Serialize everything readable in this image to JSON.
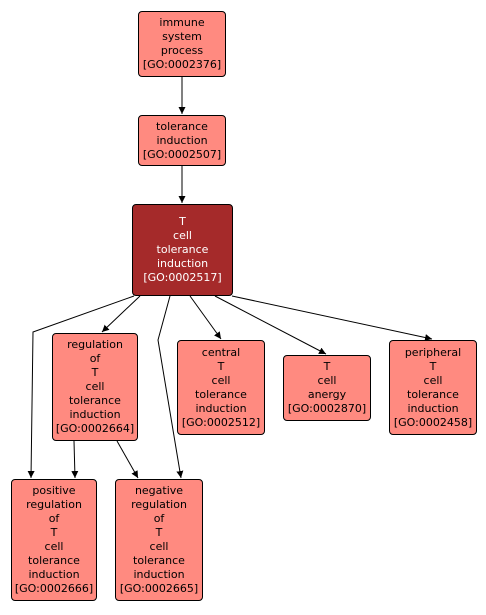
{
  "colors": {
    "node_fill": "#ff8a80",
    "focus_fill": "#a52a2a",
    "focus_text": "#ffffff",
    "edge": "#000000"
  },
  "nodes": [
    {
      "id": "GO:0002376",
      "lines": [
        "immune",
        "system",
        "process",
        "[GO:0002376]"
      ]
    },
    {
      "id": "GO:0002507",
      "lines": [
        "tolerance",
        "induction",
        "[GO:0002507]"
      ]
    },
    {
      "id": "GO:0002517",
      "lines": [
        "T",
        "cell",
        "tolerance",
        "induction",
        "[GO:0002517]"
      ],
      "focus": true
    },
    {
      "id": "GO:0002664",
      "lines": [
        "regulation",
        "of",
        "T",
        "cell",
        "tolerance",
        "induction",
        "[GO:0002664]"
      ]
    },
    {
      "id": "GO:0002512",
      "lines": [
        "central",
        "T",
        "cell",
        "tolerance",
        "induction",
        "[GO:0002512]"
      ]
    },
    {
      "id": "GO:0002870",
      "lines": [
        "T",
        "cell",
        "anergy",
        "[GO:0002870]"
      ]
    },
    {
      "id": "GO:0002458",
      "lines": [
        "peripheral",
        "T",
        "cell",
        "tolerance",
        "induction",
        "[GO:0002458]"
      ]
    },
    {
      "id": "GO:0002666",
      "lines": [
        "positive",
        "regulation",
        "of",
        "T",
        "cell",
        "tolerance",
        "induction",
        "[GO:0002666]"
      ]
    },
    {
      "id": "GO:0002665",
      "lines": [
        "negative",
        "regulation",
        "of",
        "T",
        "cell",
        "tolerance",
        "induction",
        "[GO:0002665]"
      ]
    }
  ],
  "edges": [
    [
      "GO:0002376",
      "GO:0002507"
    ],
    [
      "GO:0002507",
      "GO:0002517"
    ],
    [
      "GO:0002517",
      "GO:0002664"
    ],
    [
      "GO:0002517",
      "GO:0002512"
    ],
    [
      "GO:0002517",
      "GO:0002870"
    ],
    [
      "GO:0002517",
      "GO:0002458"
    ],
    [
      "GO:0002517",
      "GO:0002666"
    ],
    [
      "GO:0002517",
      "GO:0002665"
    ],
    [
      "GO:0002664",
      "GO:0002666"
    ],
    [
      "GO:0002664",
      "GO:0002665"
    ]
  ]
}
